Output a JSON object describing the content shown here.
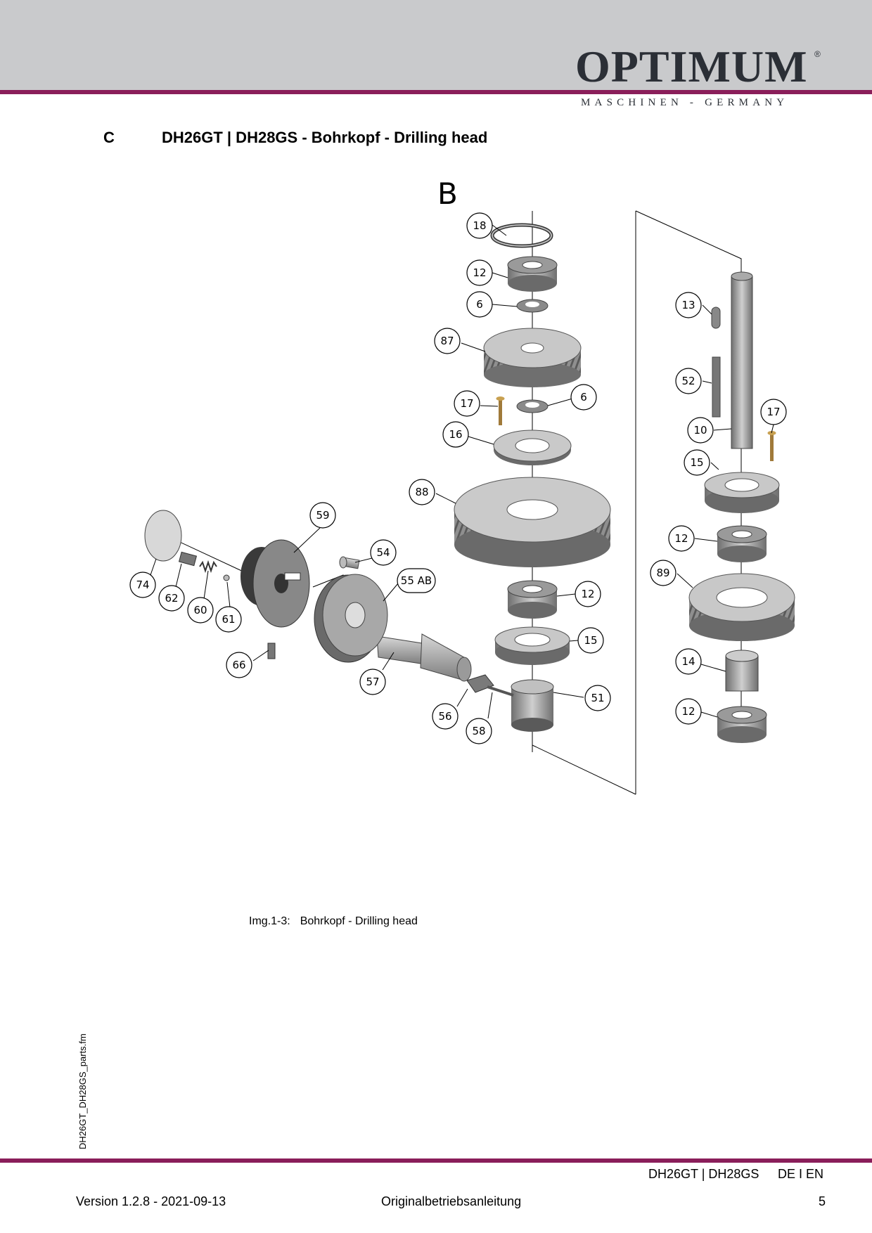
{
  "header": {
    "brand": "OPTIMUM",
    "registered_mark": "®",
    "brand_subtitle": "MASCHINEN - GERMANY"
  },
  "section": {
    "letter": "C",
    "title": "DH26GT | DH28GS - Bohrkopf - Drilling head"
  },
  "figure": {
    "view_letter": "B",
    "caption_label": "Img.1-3:",
    "caption_text": "Bohrkopf - Drilling head",
    "callouts": [
      "18",
      "12",
      "6",
      "87",
      "17",
      "6",
      "16",
      "88",
      "12",
      "15",
      "51",
      "58",
      "56",
      "57",
      "55 AB",
      "54",
      "59",
      "74",
      "62",
      "60",
      "61",
      "66",
      "13",
      "52",
      "17",
      "10",
      "15",
      "12",
      "89",
      "14",
      "12"
    ]
  },
  "side_label": "DH26GT_DH28GS_parts.fm",
  "footer": {
    "models": "DH26GT | DH28GS",
    "languages": "DE I EN",
    "version": "Version 1.2.8 - 2021-09-13",
    "document": "Originalbetriebsanleitung",
    "page": "5"
  },
  "colors": {
    "header_band": "#c9cacc",
    "accent_rule": "#8a1e5a",
    "part_gray": "#8c8c8c"
  }
}
